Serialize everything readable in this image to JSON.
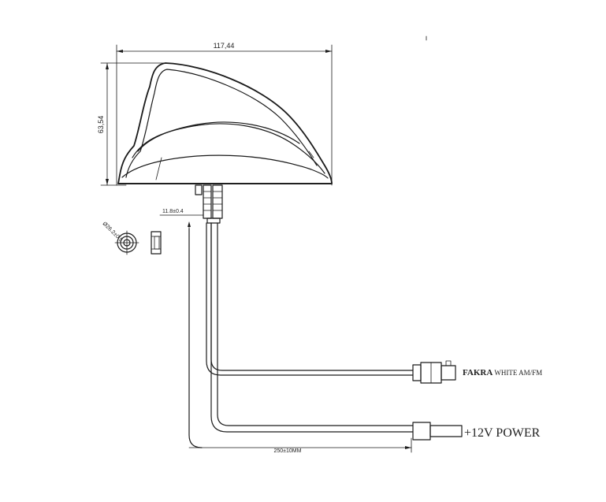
{
  "dimensions": {
    "width_label": "117,44",
    "height_label": "63,54",
    "connector_length_label": "11.8±0.4",
    "diameter_label": "Ø26.2±0.5",
    "cable_length_label": "250±10MM"
  },
  "connectors": {
    "fakra_label_bold": "FAKRA",
    "fakra_label_rest": " WHITE AM/FM",
    "power_label": "+12V POWER"
  },
  "colors": {
    "line": "#1a1a1a",
    "background": "#ffffff"
  }
}
